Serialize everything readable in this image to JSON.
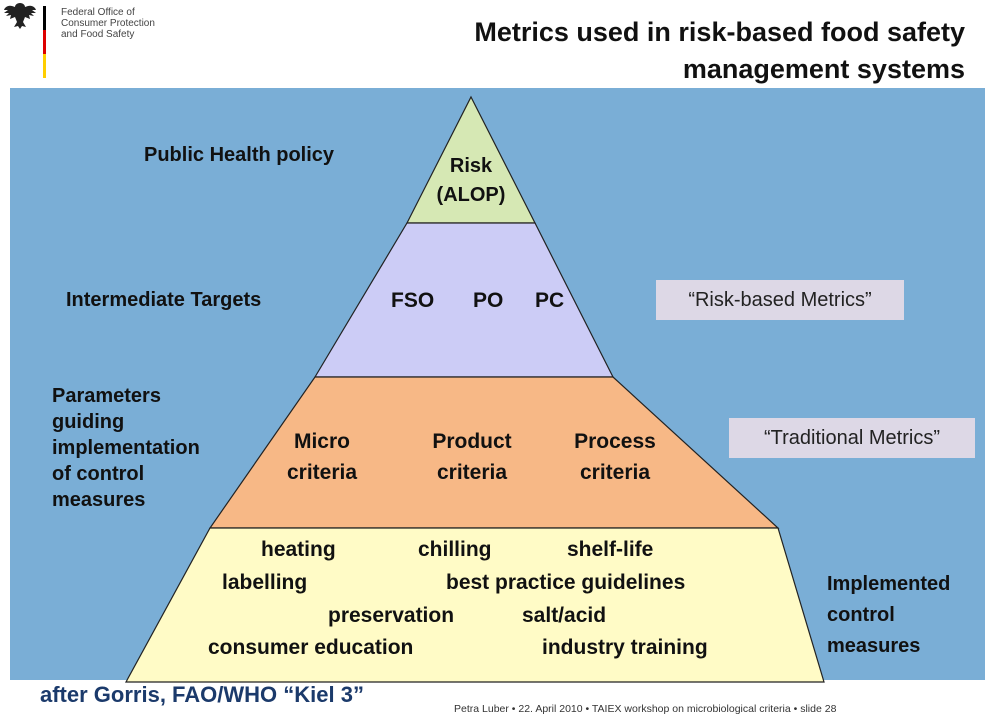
{
  "header": {
    "org_lines": [
      "Federal Office of",
      "Consumer Protection",
      "and Food Safety"
    ],
    "title_line1": "Metrics used in risk-based food safety",
    "title_line2": "management systems"
  },
  "colors": {
    "panel": "#7aaed6",
    "tier_risk": "#d6e8b4",
    "tier_targets": "#ccccf6",
    "tier_criteria": "#f7b886",
    "tier_measures": "#fffbc6",
    "metric_box": "#ddd8e6"
  },
  "pyramid": {
    "risk": {
      "line1": "Risk",
      "line2": "(ALOP)"
    },
    "targets": {
      "items": [
        "FSO",
        "PO",
        "PC"
      ]
    },
    "criteria": [
      {
        "line1": "Micro",
        "line2": "criteria"
      },
      {
        "line1": "Product",
        "line2": "criteria"
      },
      {
        "line1": "Process",
        "line2": "criteria"
      }
    ],
    "measures": {
      "heating": "heating",
      "chilling": "chilling",
      "shelf_life": "shelf-life",
      "labelling": "labelling",
      "best_practice": "best practice guidelines",
      "preservation": "preservation",
      "salt_acid": "salt/acid",
      "consumer_education": "consumer education",
      "industry_training": "industry training"
    }
  },
  "side_labels": {
    "public_health": "Public Health policy",
    "intermediate": "Intermediate Targets",
    "parameters": [
      "Parameters",
      "guiding",
      "implementation",
      "of control",
      "measures"
    ],
    "implemented": [
      "Implemented",
      "control",
      "measures"
    ]
  },
  "metric_boxes": {
    "risk_based": "“Risk-based Metrics”",
    "traditional": "“Traditional Metrics”"
  },
  "footer": {
    "source": "after Gorris, FAO/WHO “Kiel 3”",
    "credit": "Petra Luber • 22. April 2010 • TAIEX workshop on microbiological criteria • slide 28"
  }
}
